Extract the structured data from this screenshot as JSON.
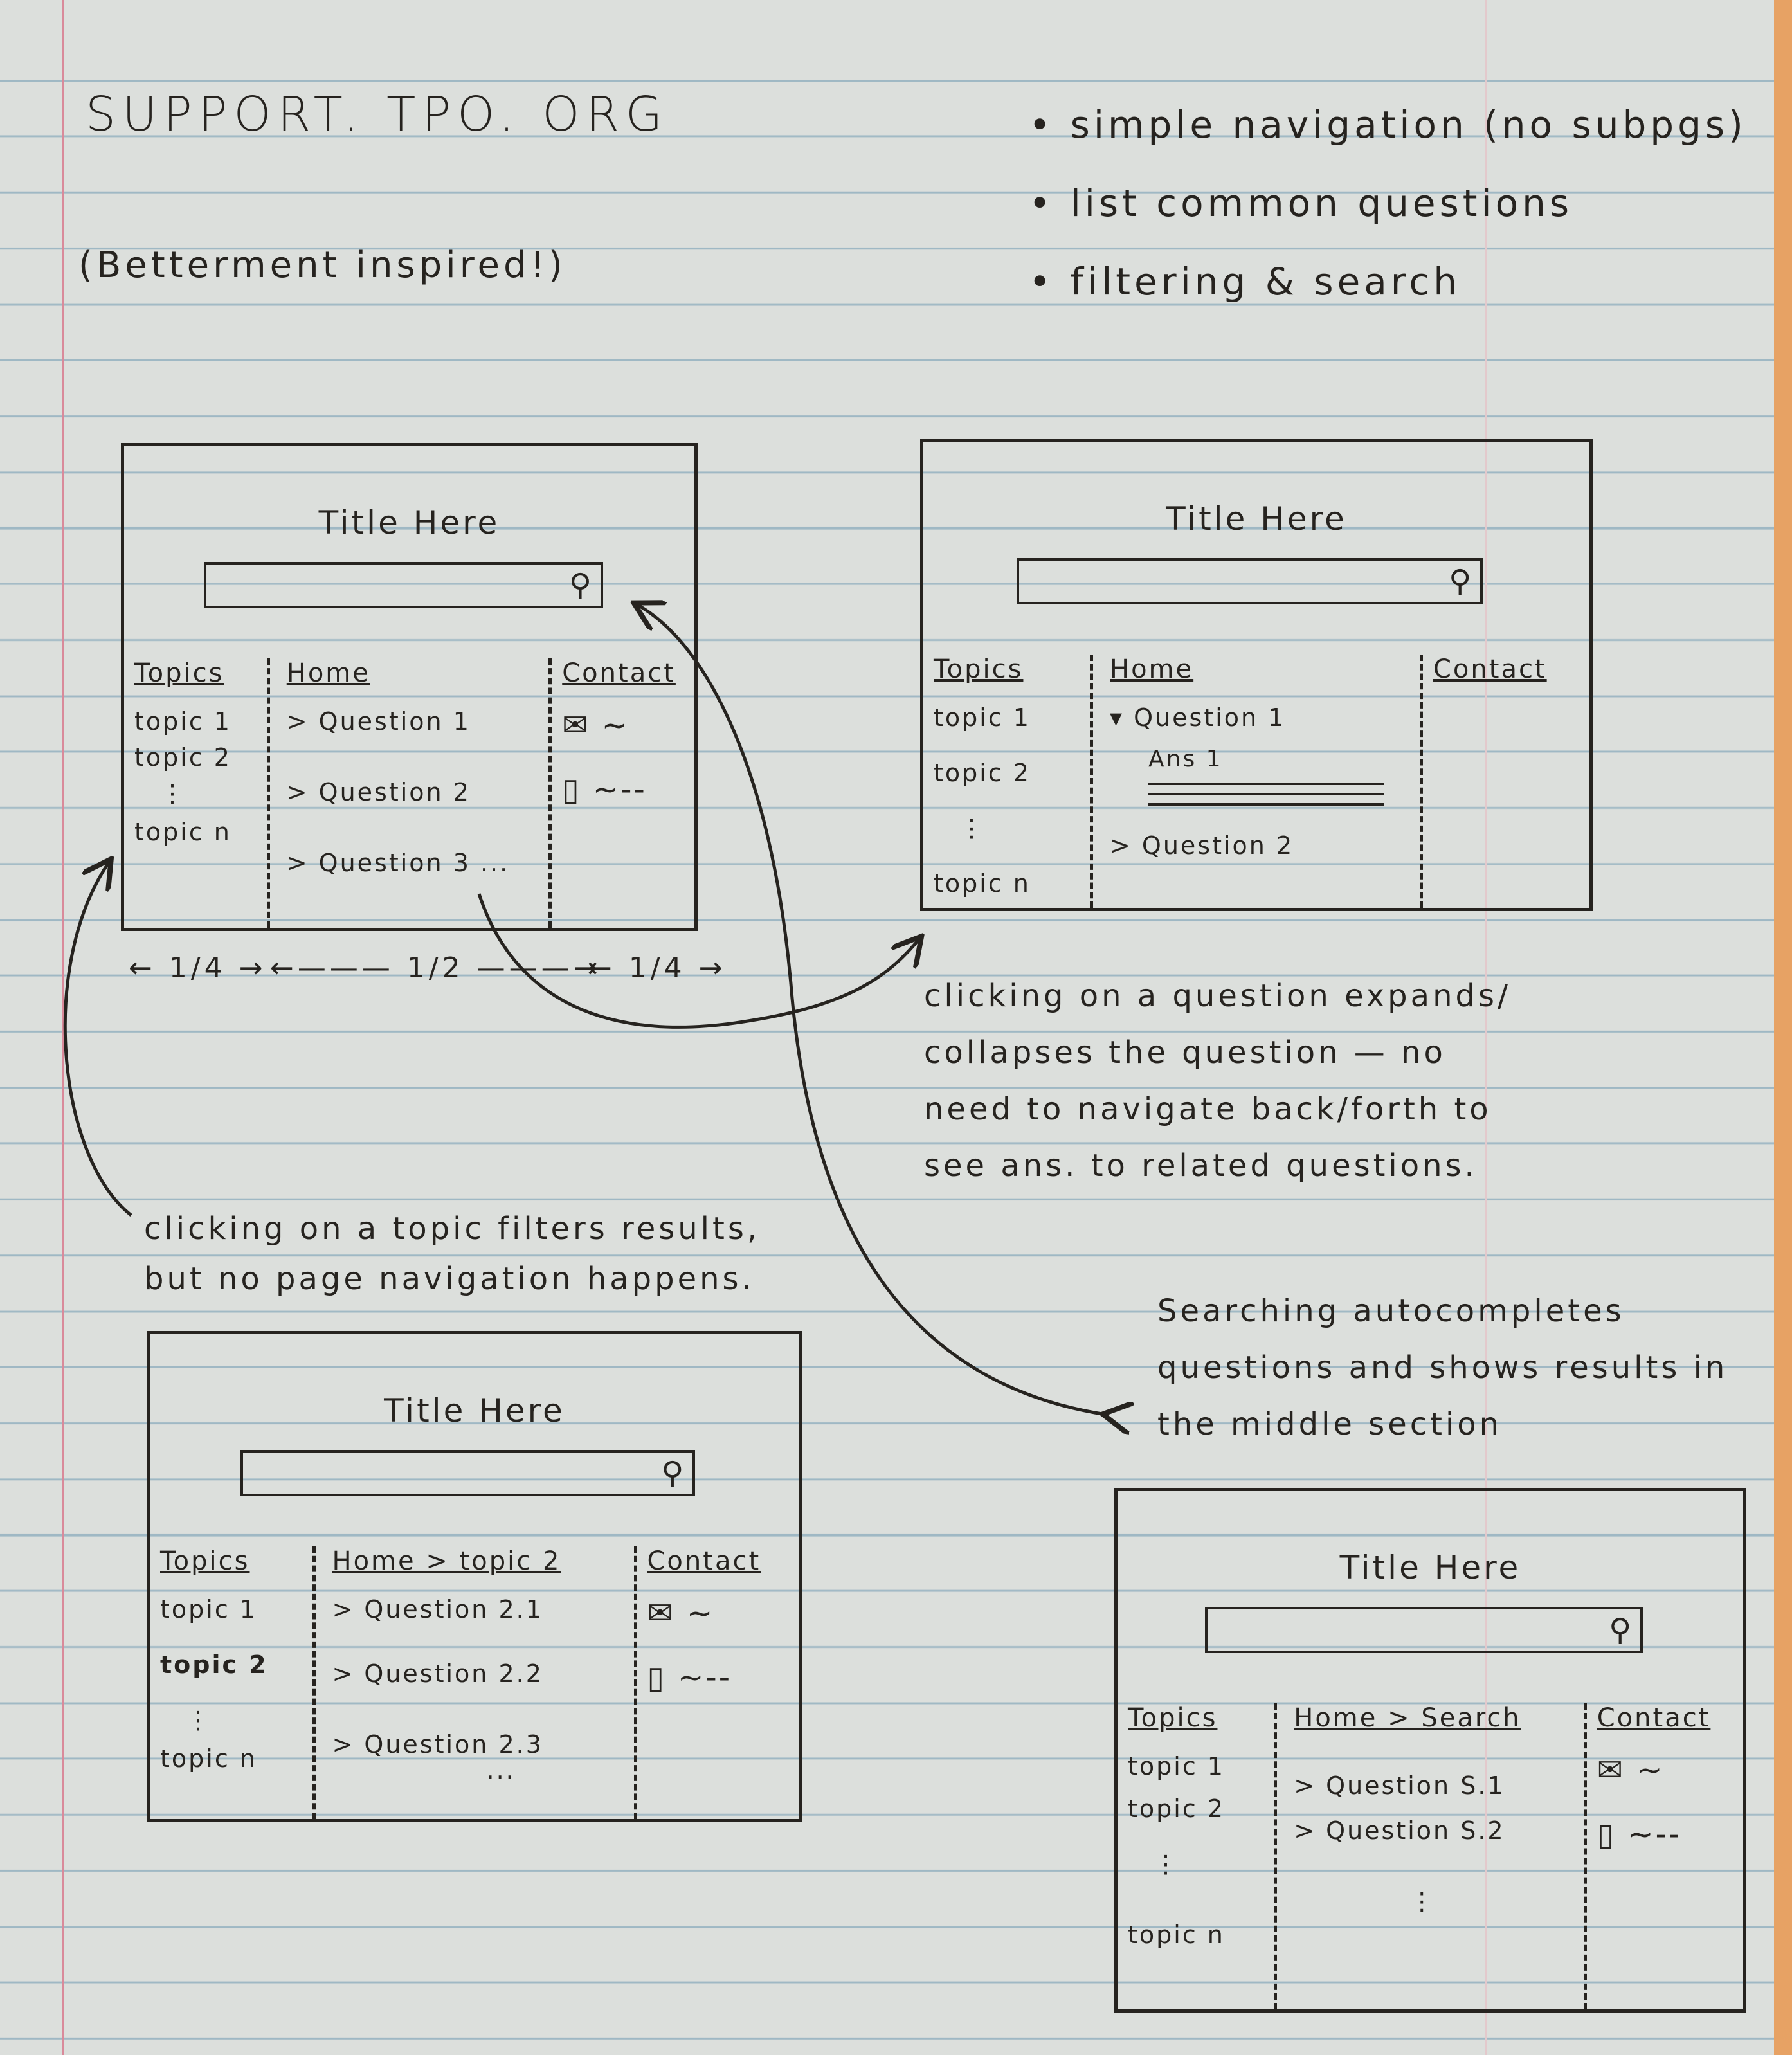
{
  "header": {
    "title": "SUPPORT. TPO. ORG",
    "subtitle": "(Betterment inspired!)",
    "bullets": [
      "simple navigation (no subpgs)",
      "list common questions",
      "filtering & search"
    ]
  },
  "width_annotation": [
    "← 1/4 →",
    "←——— 1/2 ———→",
    "← 1/4 →"
  ],
  "wireframes": [
    {
      "title": "Title Here",
      "search_icon": "⚲",
      "topics_header": "Topics",
      "topics": [
        "topic 1",
        "topic 2",
        "⋮",
        "topic n"
      ],
      "breadcrumb": "Home",
      "items": [
        "> Question 1",
        "> Question 2",
        "> Question 3 ..."
      ],
      "contact_header": "Contact",
      "mail": "✉ ~",
      "phone": "▯ ~--"
    },
    {
      "title": "Title Here",
      "search_icon": "⚲",
      "topics_header": "Topics",
      "topics": [
        "topic 1",
        "topic 2",
        "⋮",
        "topic n"
      ],
      "breadcrumb": "Home",
      "items": [
        "▾ Question 1",
        "> Question 2"
      ],
      "answer": "Ans 1",
      "contact_header": "Contact"
    },
    {
      "title": "Title Here",
      "search_icon": "⚲",
      "topics_header": "Topics",
      "topics": [
        "topic 1",
        "topic 2",
        "⋮",
        "topic n"
      ],
      "breadcrumb": "Home > topic 2",
      "items": [
        "> Question 2.1",
        "> Question 2.2",
        "> Question 2.3",
        "..."
      ],
      "contact_header": "Contact",
      "mail": "✉ ~",
      "phone": "▯ ~--"
    },
    {
      "title": "Title Here",
      "search_icon": "⚲",
      "topics_header": "Topics",
      "topics": [
        "topic 1",
        "topic 2",
        "⋮",
        "topic n"
      ],
      "breadcrumb": "Home > Search",
      "items": [
        "> Question S.1",
        "> Question S.2",
        "⋮"
      ],
      "contact_header": "Contact",
      "mail": "✉ ~",
      "phone": "▯ ~--"
    }
  ],
  "notes": {
    "topic_filter": [
      "clicking on a topic filters results,",
      "but no page navigation happens."
    ],
    "expand": [
      "clicking on a question expands/",
      "collapses the question — no",
      "need to navigate back/forth to",
      "see ans. to related questions."
    ],
    "search": [
      "Searching autocompletes",
      "questions and shows results in",
      "the middle section"
    ]
  }
}
